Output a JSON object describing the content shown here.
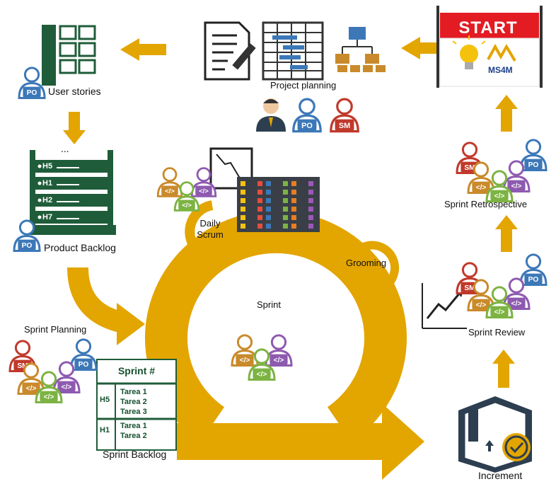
{
  "start_banner": {
    "text": "START",
    "brand": "MS4M"
  },
  "roles": {
    "po": "PO",
    "sm": "SM",
    "dev": "</>"
  },
  "labels": {
    "user_stories": "User stories",
    "project_planning": "Project planning",
    "product_backlog": "Product Backlog",
    "daily_scrum_line1": "Daily",
    "daily_scrum_line2": "Scrum",
    "grooming": "Grooming",
    "sprint": "Sprint",
    "sprint_planning": "Sprint Planning",
    "sprint_backlog": "Sprint Backlog",
    "sprint_retrospective": "Sprint Retrospective",
    "sprint_review": "Sprint Review",
    "increment": "Increment",
    "backlog_dots": "..."
  },
  "backlog_items": [
    "H5",
    "H1",
    "H2",
    "H7"
  ],
  "sprint_table": {
    "header": "Sprint #",
    "rows": [
      {
        "story": "H5",
        "tasks": [
          "Tarea 1",
          "Tarea 2",
          "Tarea 3"
        ]
      },
      {
        "story": "H1",
        "tasks": [
          "Tarea 1",
          "Tarea 2"
        ]
      }
    ]
  },
  "colors": {
    "accent": "#e3a500",
    "green_dark": "#1f5c3a",
    "po": "#3c78b8",
    "sm": "#c0392b",
    "dev_orange": "#c98a2b",
    "dev_green": "#7cb342",
    "dev_purple": "#8e5ab0"
  }
}
